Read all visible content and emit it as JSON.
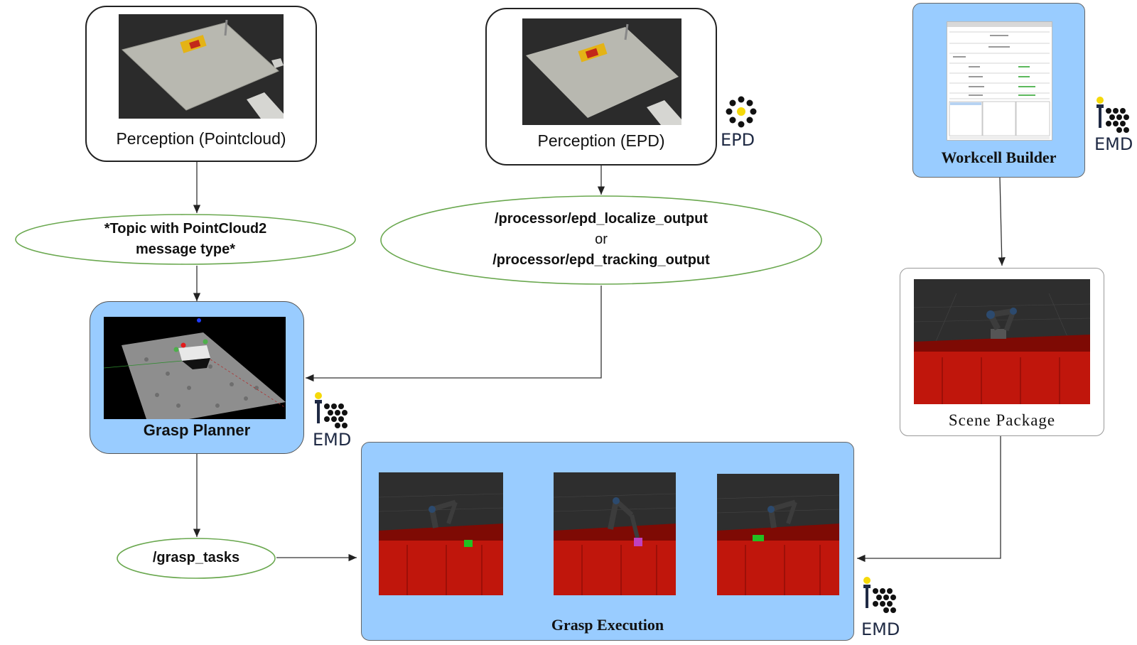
{
  "nodes": {
    "perception_pointcloud": {
      "label": "Perception (Pointcloud)"
    },
    "perception_epd": {
      "label": "Perception (EPD)"
    },
    "workcell_builder": {
      "label": "Workcell Builder"
    },
    "scene_package": {
      "label": "Scene Package"
    },
    "grasp_planner": {
      "label": "Grasp Planner"
    },
    "grasp_execution": {
      "label": "Grasp Execution"
    }
  },
  "topics": {
    "pointcloud_topic": {
      "line1": "*Topic with PointCloud2",
      "line2": "message type*"
    },
    "epd_topic": {
      "line1": "/processor/epd_localize_output",
      "or": "or",
      "line2": "/processor/epd_tracking_output"
    },
    "grasp_tasks": {
      "label": "/grasp_tasks"
    }
  },
  "logos": {
    "epd": {
      "text": "EPD",
      "icon": "epd-logo-icon"
    },
    "emd": {
      "text": "EMD",
      "icon": "emd-logo-icon"
    }
  },
  "colors": {
    "node_blue": "#99ccff",
    "ellipse_border": "#6aa84f",
    "table_red": "#c0160c",
    "logo_yellow": "#f5d90a"
  }
}
